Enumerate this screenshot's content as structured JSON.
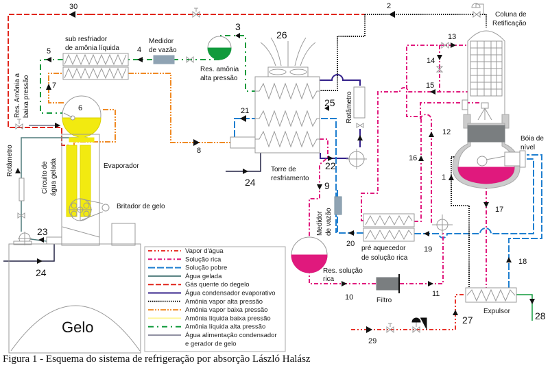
{
  "caption": "Figura 1 - Esquema do sistema de refrigeração por absorção László Halász",
  "colors": {
    "vapor_agua": "#e8332a",
    "solucao_rica": "#e0197d",
    "solucao_pobre": "#1f7fd0",
    "agua_gelada": "#4e7a7a",
    "gas_quente": "#e0251b",
    "agua_condensador": "#33208a",
    "amonia_vapor_alta": "#111111",
    "amonia_vapor_baixa": "#f08a24",
    "amonia_liquida_baixa": "#fff59a",
    "amonia_liquida_alta": "#119a3c",
    "agua_alimentacao": "#222244",
    "yellow": "#f2ea10",
    "magenta_fill": "#e0197d",
    "green_fill": "#119a3c",
    "gray_fill": "#7a7e80",
    "meter_fill": "#8fa3b3"
  },
  "labels": {
    "subcooler": [
      "sub resfriador",
      "de amônia líquida"
    ],
    "flowmeter_top": [
      "Medidor",
      "de vazão"
    ],
    "res_high": [
      "Res. amônia",
      "alta pressão"
    ],
    "column": [
      "Coluna de",
      "Retificação"
    ],
    "res_low": [
      "Res. Amônia a",
      "baixa pressão"
    ],
    "rotameter": "Rotâmetro",
    "chilled_circuit": [
      "Circuito de",
      "água gelada"
    ],
    "evaporator": "Evaporador",
    "crusher": "Britador de gelo",
    "tower": [
      "Torre de",
      "resfriamento"
    ],
    "rotameter_tower": "Rotâmetro",
    "level_float": [
      "Bóia de",
      "nível"
    ],
    "flowmeter_mid": [
      "Medidor",
      "de vazão"
    ],
    "preheater": [
      "pré aquecedor",
      "de solução rica"
    ],
    "res_solution": [
      "Res. solução",
      "rica"
    ],
    "filter": "Filtro",
    "expeller": "Expulsor",
    "ice": "Gelo"
  },
  "points": {
    "p1": "1",
    "p2": "2",
    "p3": "3",
    "p4": "4",
    "p5": "5",
    "p6": "6",
    "p7": "7",
    "p8": "8",
    "p9": "9",
    "p10": "10",
    "p11": "11",
    "p12": "12",
    "p13": "13",
    "p14": "14",
    "p15": "15",
    "p16": "16",
    "p17": "17",
    "p18": "18",
    "p19": "19",
    "p20": "20",
    "p21": "21",
    "p22": "22",
    "p23": "23",
    "p24a": "24",
    "p24b": "24",
    "p25": "25",
    "p26": "26",
    "p27": "27",
    "p28": "28",
    "p29": "29",
    "p30": "30"
  },
  "legend": [
    {
      "key": "vapor_agua",
      "label": "Vapor d'água",
      "dash": "6 3 2 3 2 3"
    },
    {
      "key": "solucao_rica",
      "label": "Solução rica",
      "dash": "6 3 2 3"
    },
    {
      "key": "solucao_pobre",
      "label": "Solução pobre",
      "dash": "10 3"
    },
    {
      "key": "agua_gelada",
      "label": "Água gelada",
      "dash": ""
    },
    {
      "key": "gas_quente",
      "label": "Gás quente do degelo",
      "dash": "8 3"
    },
    {
      "key": "agua_condensador",
      "label": "Água condensador evaporativo",
      "dash": ""
    },
    {
      "key": "amonia_vapor_alta",
      "label": "Amônia vapor alta pressão",
      "dash": "1.5 1.5"
    },
    {
      "key": "amonia_vapor_baixa",
      "label": "Amônia vapor baixa pressão",
      "dash": "8 2 2 2 2 2"
    },
    {
      "key": "amonia_liquida_baixa",
      "label": "Amônia líquida baixa pressão",
      "dash": ""
    },
    {
      "key": "amonia_liquida_alta",
      "label": "Amônia líquida alta pressão",
      "dash": "8 5 2 5"
    },
    {
      "key": "agua_alimentacao",
      "label": "Água alimentação condensador",
      "dash": ""
    },
    {
      "key": "",
      "label": "e gerador de gelo",
      "dash": "none"
    }
  ]
}
